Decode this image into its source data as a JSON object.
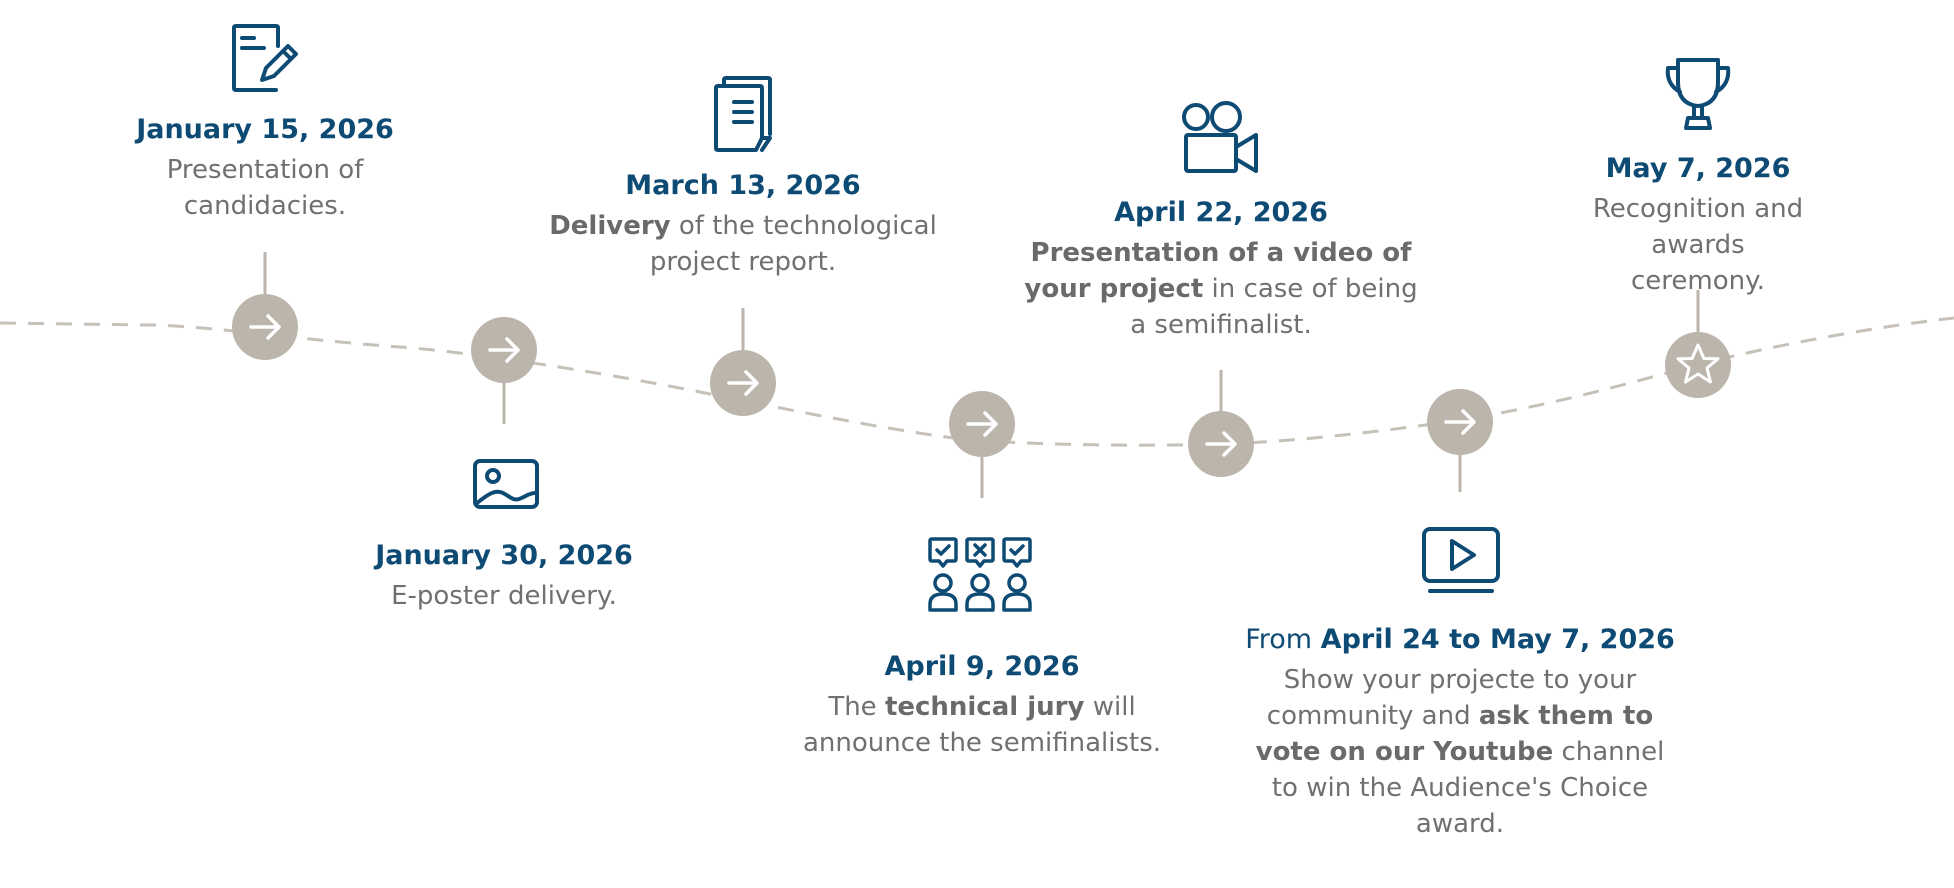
{
  "colors": {
    "date": "#0d4a74",
    "text": "#707070",
    "marker": "#bbb5ac",
    "line": "#c6c1b8",
    "icon": "#0d4a74"
  },
  "milestones": [
    {
      "icon": "document-pencil-icon",
      "marker": "arrow",
      "date": "January 15, 2026",
      "desc_lines": [
        "Presentation of",
        "candidacies."
      ]
    },
    {
      "icon": "image-icon",
      "marker": "arrow",
      "date": "January 30, 2026",
      "desc_lines": [
        "E-poster delivery."
      ]
    },
    {
      "icon": "report-document-icon",
      "marker": "arrow",
      "date": "March 13, 2026",
      "desc_bold": "Delivery",
      "desc_rest": " of the technological",
      "desc_line2": "project report."
    },
    {
      "icon": "jury-vote-icon",
      "marker": "arrow",
      "date": "April 9, 2026",
      "desc_pre": "The ",
      "desc_bold": "technical jury",
      "desc_rest": " will",
      "desc_line2": "announce the semifinalists."
    },
    {
      "icon": "video-camera-icon",
      "marker": "arrow",
      "date": "April 22, 2026",
      "desc_line1_bold": "Presentation of a video of",
      "desc_line2_bold": "your project",
      "desc_line2_rest": " in case of being",
      "desc_line3": "a semifinalist."
    },
    {
      "icon": "play-screen-icon",
      "marker": "arrow",
      "date_pre": "From ",
      "date": "April 24 to May 7, 2026",
      "desc_line1": "Show your projecte to your",
      "desc_line2_pre": "community and ",
      "desc_line2_bold": "ask them to",
      "desc_line3_bold": "vote on our Youtube",
      "desc_line3_rest": " channel",
      "desc_line4": "to win the Audience's Choice",
      "desc_line5": "award."
    },
    {
      "icon": "trophy-icon",
      "marker": "star",
      "date": "May 7, 2026",
      "desc_lines": [
        "Recognition and awards",
        "ceremony."
      ]
    }
  ]
}
